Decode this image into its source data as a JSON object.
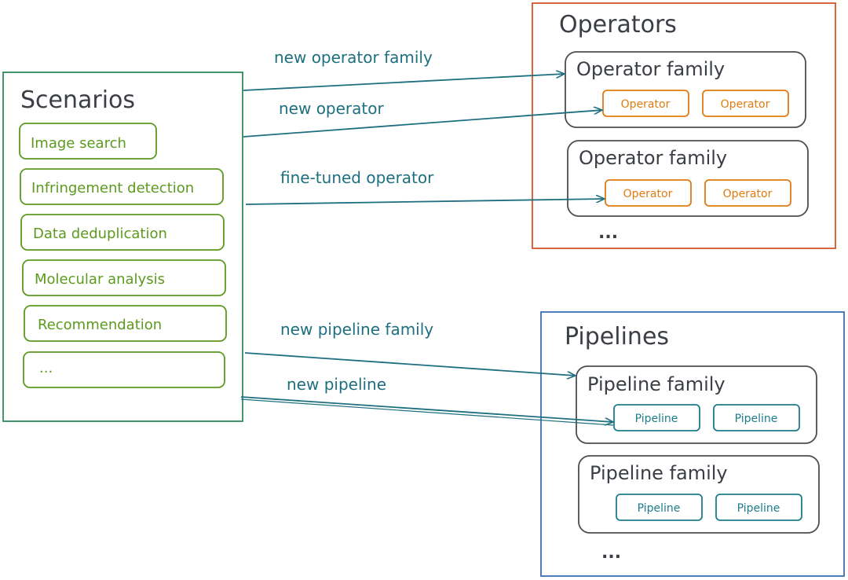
{
  "scenarios": {
    "title": "Scenarios",
    "items": [
      "Image search",
      "Infringement detection",
      "Data deduplication",
      "Molecular analysis",
      "Recommendation",
      "..."
    ]
  },
  "operators": {
    "title": "Operators",
    "families": [
      {
        "title": "Operator family",
        "items": [
          "Operator",
          "Operator"
        ]
      },
      {
        "title": "Operator family",
        "items": [
          "Operator",
          "Operator"
        ]
      }
    ],
    "more": "..."
  },
  "pipelines": {
    "title": "Pipelines",
    "families": [
      {
        "title": "Pipeline family",
        "items": [
          "Pipeline",
          "Pipeline"
        ]
      },
      {
        "title": "Pipeline family",
        "items": [
          "Pipeline",
          "Pipeline"
        ]
      }
    ],
    "more": "..."
  },
  "edges": {
    "new_operator_family": "new operator family",
    "new_operator": "new operator",
    "fine_tuned_operator": "fine-tuned operator",
    "new_pipeline_family": "new pipeline family",
    "new_pipeline": "new pipeline"
  },
  "colors": {
    "scenarios": "#2f8a5c",
    "scenario_item": "#5c9a1e",
    "operators": "#d4552a",
    "operator_item": "#e07b10",
    "pipelines": "#3b6fb3",
    "pipeline_item": "#1e7d8a",
    "family": "#4a4d52",
    "arrow": "#1e6f7f"
  }
}
